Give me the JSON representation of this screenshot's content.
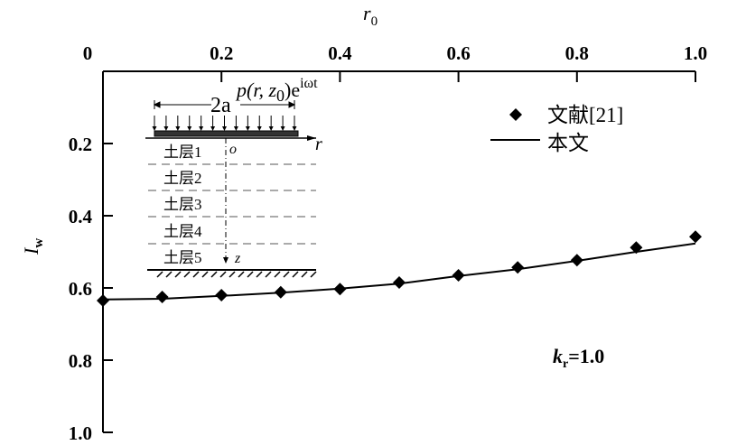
{
  "chart_data": {
    "type": "line",
    "title": "",
    "xlabel": "r0",
    "xlabel_main": "r",
    "xlabel_sub": "0",
    "ylabel_main": "I",
    "ylabel_sub": "w",
    "xlim": [
      0,
      1.0
    ],
    "ylim": [
      0,
      1.0
    ],
    "y_inverted": true,
    "x_axis_position": "top",
    "grid": false,
    "xticks": [
      "0",
      "0.2",
      "0.4",
      "0.6",
      "0.8",
      "1.0"
    ],
    "yticks": [
      "0.2",
      "0.4",
      "0.6",
      "0.8",
      "1.0"
    ],
    "legend_position": "top-right",
    "series": [
      {
        "name": "文献[21]",
        "style": "diamond-markers",
        "x": [
          0,
          0.1,
          0.2,
          0.3,
          0.4,
          0.5,
          0.6,
          0.7,
          0.8,
          0.9,
          1.0
        ],
        "y": [
          0.635,
          0.625,
          0.62,
          0.612,
          0.603,
          0.585,
          0.565,
          0.543,
          0.523,
          0.488,
          0.458
        ]
      },
      {
        "name": "本文",
        "style": "solid-line",
        "x": [
          0,
          0.1,
          0.2,
          0.3,
          0.4,
          0.5,
          0.6,
          0.7,
          0.8,
          0.9,
          1.0
        ],
        "y": [
          0.632,
          0.63,
          0.622,
          0.613,
          0.602,
          0.588,
          0.567,
          0.548,
          0.525,
          0.5,
          0.477
        ]
      }
    ],
    "annotation": {
      "main": "k",
      "sub": "r",
      "value": "=1.0"
    }
  },
  "inset": {
    "width_label": "2a",
    "load_label": "p(r, z",
    "load_sub": "0",
    "load_tail": ")e",
    "load_sup": "iωt",
    "origin_label": "o",
    "r_label": "r",
    "z_label": "z",
    "layers": [
      "土层1",
      "土层2",
      "土层3",
      "土层4",
      "土层5"
    ]
  }
}
